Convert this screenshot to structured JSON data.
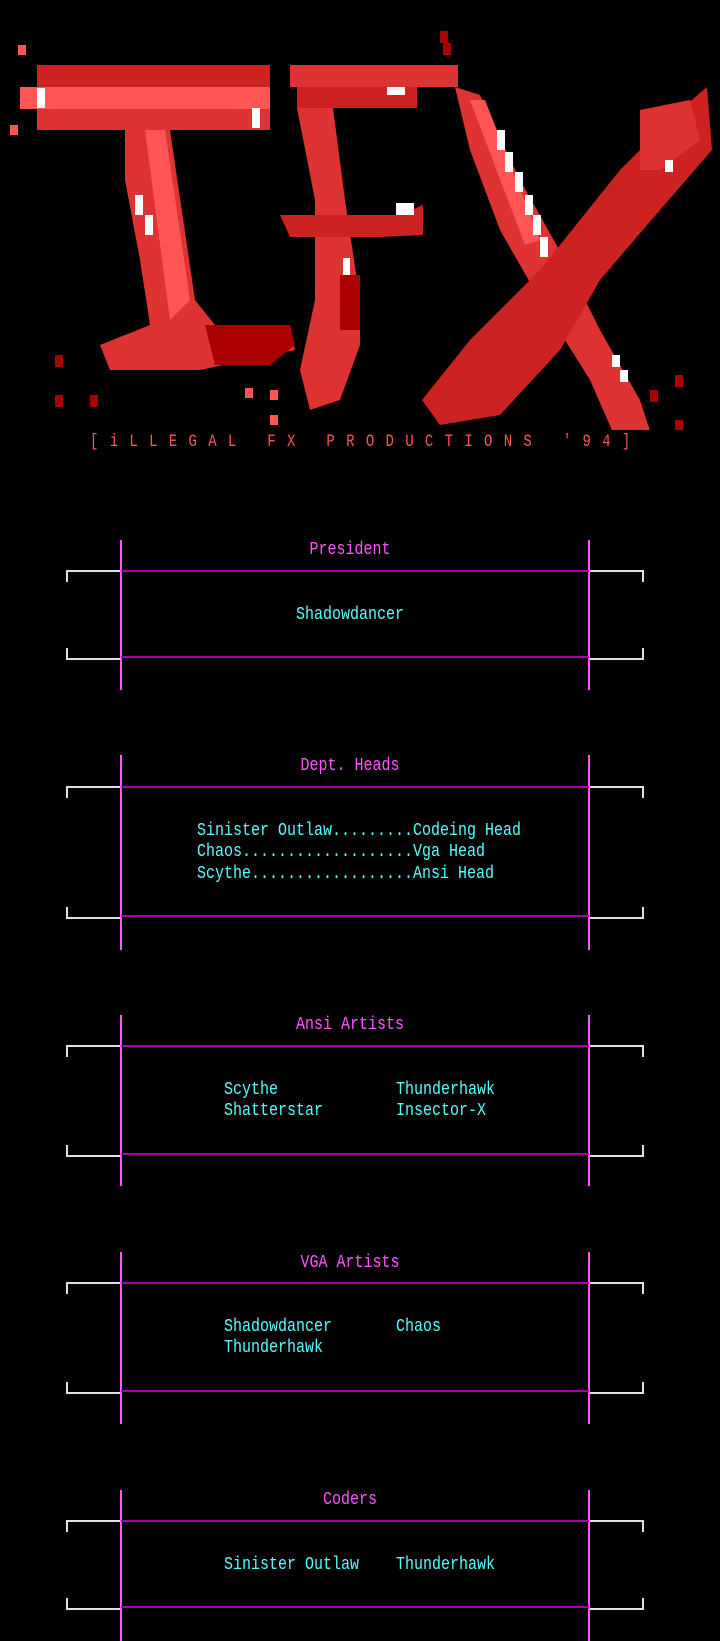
{
  "logo": {
    "text": "iFX"
  },
  "subtitle": "[iLLEGAL FX PRODUCTIONS '94]",
  "colors": {
    "logo_red": "#aa0000",
    "logo_light": "#ff5555",
    "title": "#ff55ff",
    "text": "#55ffff",
    "rule": "#aa00aa"
  },
  "sections": [
    {
      "title": "President",
      "rows": [
        "Shadowdancer"
      ]
    },
    {
      "title": "Dept. Heads",
      "rows": [
        "Sinister Outlaw.........Codeing Head",
        "Chaos...................Vga Head",
        "Scythe..................Ansi Head"
      ]
    },
    {
      "title": "Ansi Artists",
      "names": [
        "Scythe",
        "Thunderhawk",
        "Shatterstar",
        "Insector-X"
      ]
    },
    {
      "title": "VGA Artists",
      "names": [
        "Shadowdancer",
        "Chaos",
        "Thunderhawk"
      ]
    },
    {
      "title": "Coders",
      "names": [
        "Sinister Outlaw",
        "Thunderhawk"
      ]
    }
  ]
}
